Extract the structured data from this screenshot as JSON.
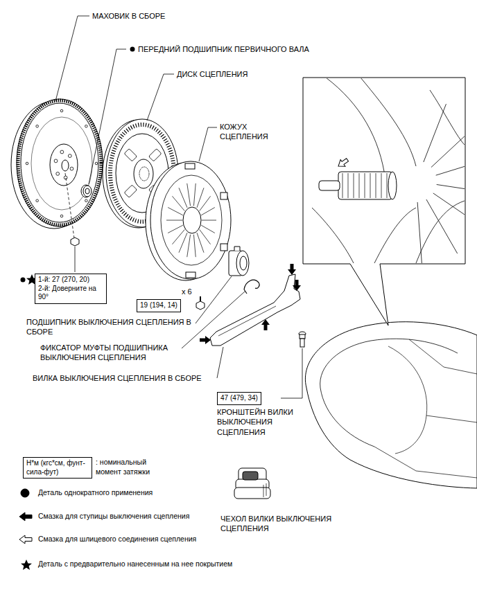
{
  "diagram": {
    "nodes": [
      {
        "text": [
          "1-й: 27 (270, 20)",
          "2-й: Доверните на 90°"
        ]
      },
      {
        "text": [
          "19 (194, 14)"
        ]
      },
      {
        "text": [
          "47 (479, 34)"
        ]
      },
      {
        "text": [
          "Н*м (кгс*см, фунт-сила-фут)"
        ]
      }
    ],
    "labels": [
      "МАХОВИК В СБОРЕ",
      "ПЕРЕДНИЙ ПОДШИПНИК ПЕРВИЧНОГО ВАЛА",
      "ДИСК СЦЕПЛЕНИЯ",
      "КОЖУХ СЦЕПЛЕНИЯ",
      "x 6",
      "ПОДШИПНИК ВЫКЛЮЧЕНИЯ СЦЕПЛЕНИЯ В СБОРЕ",
      "ФИКСАТОР МУФТЫ ПОДШИПНИКА ВЫКЛЮЧЕНИЯ СЦЕПЛЕНИЯ",
      "ВИЛКА ВЫКЛЮЧЕНИЯ СЦЕПЛЕНИЯ В СБОРЕ",
      "КРОНШТЕЙН ВИЛКИ ВЫКЛЮЧЕНИЯ СЦЕПЛЕНИЯ",
      "ЧЕХОЛ ВИЛКИ ВЫКЛЮЧЕНИЯ СЦЕПЛЕНИЯ"
    ],
    "legend": [
      {
        "text": ": номинальный момент затяжки"
      },
      {
        "text": "Деталь однократного применения"
      },
      {
        "text": "Смазка для ступицы выключения сцепления"
      },
      {
        "text": "Смазка для шлицевого соединения сцепления"
      },
      {
        "text": "Деталь с предварительно нанесенным на нее покрытием"
      }
    ]
  }
}
